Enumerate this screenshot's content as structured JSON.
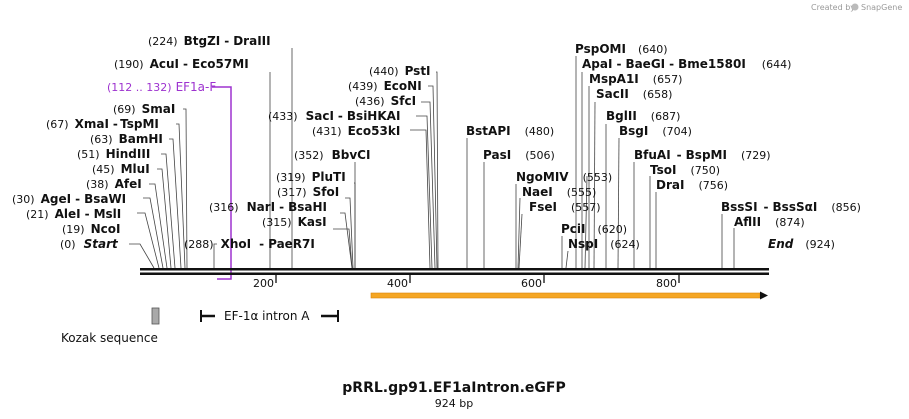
{
  "branding": {
    "created_by": "Created by",
    "app_name": "SnapGene",
    "brand_color": "#8a8a8a"
  },
  "map": {
    "title": "pRRL.gp91.EF1aIntron.eGFP",
    "length_label": "924 bp",
    "length": 924,
    "ticks": [
      "200",
      "400",
      "600",
      "800"
    ],
    "start_label": "Start",
    "start_pos": "(0)",
    "end_label": "End",
    "end_pos": "(924)"
  },
  "primer": {
    "range": "(112 .. 132)",
    "name": "EF1a-F",
    "color": "#9d32cf"
  },
  "features": {
    "intron_label": "EF-1α intron A",
    "kozak_label": "Kozak sequence",
    "orf_color": "#f5a623"
  },
  "sites_left": [
    {
      "pos": "(19)",
      "names": [
        "NcoI"
      ]
    },
    {
      "pos": "(21)",
      "names": [
        "AleI",
        "MslI"
      ]
    },
    {
      "pos": "(30)",
      "names": [
        "AgeI",
        "BsaWI"
      ]
    },
    {
      "pos": "(38)",
      "names": [
        "AfeI"
      ]
    },
    {
      "pos": "(45)",
      "names": [
        "MluI"
      ]
    },
    {
      "pos": "(51)",
      "names": [
        "HindIII"
      ]
    },
    {
      "pos": "(63)",
      "names": [
        "BamHI"
      ]
    },
    {
      "pos": "(67)",
      "names": [
        "XmaI",
        "TspMI"
      ]
    },
    {
      "pos": "(69)",
      "names": [
        "SmaI"
      ]
    },
    {
      "pos": "(190)",
      "names": [
        "AcuI",
        "Eco57MI"
      ]
    },
    {
      "pos": "(224)",
      "names": [
        "BtgZI",
        "DraIII"
      ]
    },
    {
      "pos": "(288)",
      "names": [
        "XhoI",
        "PaeR7I"
      ]
    },
    {
      "pos": "(316)",
      "names": [
        "NarI",
        "BsaHI"
      ]
    },
    {
      "pos": "(315)",
      "names": [
        "KasI"
      ]
    },
    {
      "pos": "(317)",
      "names": [
        "SfoI"
      ]
    },
    {
      "pos": "(319)",
      "names": [
        "PluTI"
      ]
    },
    {
      "pos": "(352)",
      "names": [
        "BbvCI"
      ]
    },
    {
      "pos": "(431)",
      "names": [
        "Eco53kI"
      ]
    },
    {
      "pos": "(433)",
      "names": [
        "SacI",
        "BsiHKAI"
      ]
    },
    {
      "pos": "(436)",
      "names": [
        "SfcI"
      ]
    },
    {
      "pos": "(439)",
      "names": [
        "EcoNI"
      ]
    },
    {
      "pos": "(440)",
      "names": [
        "PstI"
      ]
    }
  ],
  "sites_right": [
    {
      "pos": "(480)",
      "names": [
        "BstAPI"
      ]
    },
    {
      "pos": "(506)",
      "names": [
        "PasI"
      ]
    },
    {
      "pos": "(553)",
      "names": [
        "NgoMIV"
      ]
    },
    {
      "pos": "(555)",
      "names": [
        "NaeI"
      ]
    },
    {
      "pos": "(557)",
      "names": [
        "FseI"
      ]
    },
    {
      "pos": "(620)",
      "names": [
        "PciI"
      ]
    },
    {
      "pos": "(624)",
      "names": [
        "NspI"
      ]
    },
    {
      "pos": "(640)",
      "names": [
        "PspOMI"
      ]
    },
    {
      "pos": "(644)",
      "names": [
        "ApaI",
        "BaeGI",
        "Bme1580I"
      ]
    },
    {
      "pos": "(657)",
      "names": [
        "MspA1I"
      ]
    },
    {
      "pos": "(658)",
      "names": [
        "SacII"
      ]
    },
    {
      "pos": "(687)",
      "names": [
        "BglII"
      ]
    },
    {
      "pos": "(704)",
      "names": [
        "BsgI"
      ]
    },
    {
      "pos": "(729)",
      "names": [
        "BfuAI",
        "BspMI"
      ]
    },
    {
      "pos": "(750)",
      "names": [
        "TsoI"
      ]
    },
    {
      "pos": "(756)",
      "names": [
        "DraI"
      ]
    },
    {
      "pos": "(856)",
      "names": [
        "BssSI",
        "BssSαI"
      ]
    },
    {
      "pos": "(874)",
      "names": [
        "AflII"
      ]
    }
  ]
}
